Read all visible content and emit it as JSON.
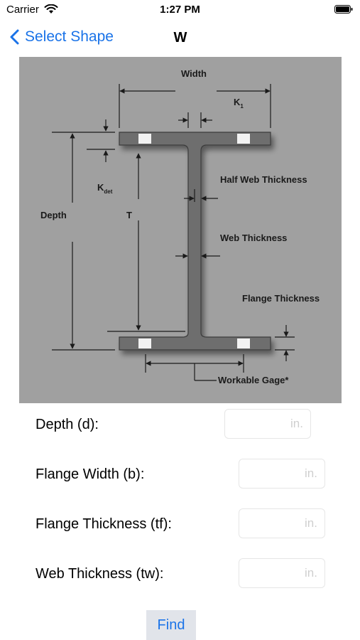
{
  "status_bar": {
    "carrier": "Carrier",
    "time": "1:27 PM"
  },
  "nav": {
    "back_label": "Select Shape",
    "title": "W"
  },
  "diagram": {
    "labels": {
      "width": "Width",
      "k1": "K",
      "k1_sub": "1",
      "kdet": "K",
      "kdet_sub": "det",
      "depth": "Depth",
      "t": "T",
      "half_web_thickness": "Half Web Thickness",
      "web_thickness": "Web Thickness",
      "flange_thickness": "Flange Thickness",
      "workable_gage": "Workable Gage*"
    }
  },
  "form": {
    "fields": [
      {
        "label": "Depth (d):",
        "placeholder": "in.",
        "value": ""
      },
      {
        "label": "Flange Width (b):",
        "placeholder": "in.",
        "value": ""
      },
      {
        "label": "Flange Thickness (tf):",
        "placeholder": "in.",
        "value": ""
      },
      {
        "label": "Web Thickness (tw):",
        "placeholder": "in.",
        "value": ""
      }
    ],
    "find_label": "Find"
  },
  "colors": {
    "accent": "#1a73e8",
    "diagram_bg": "#a0a0a0",
    "beam": "#6e6e6e",
    "button_bg": "#e1e4ea"
  },
  "icons": {
    "back": "chevron-left-icon",
    "wifi": "wifi-icon",
    "battery": "battery-icon"
  }
}
